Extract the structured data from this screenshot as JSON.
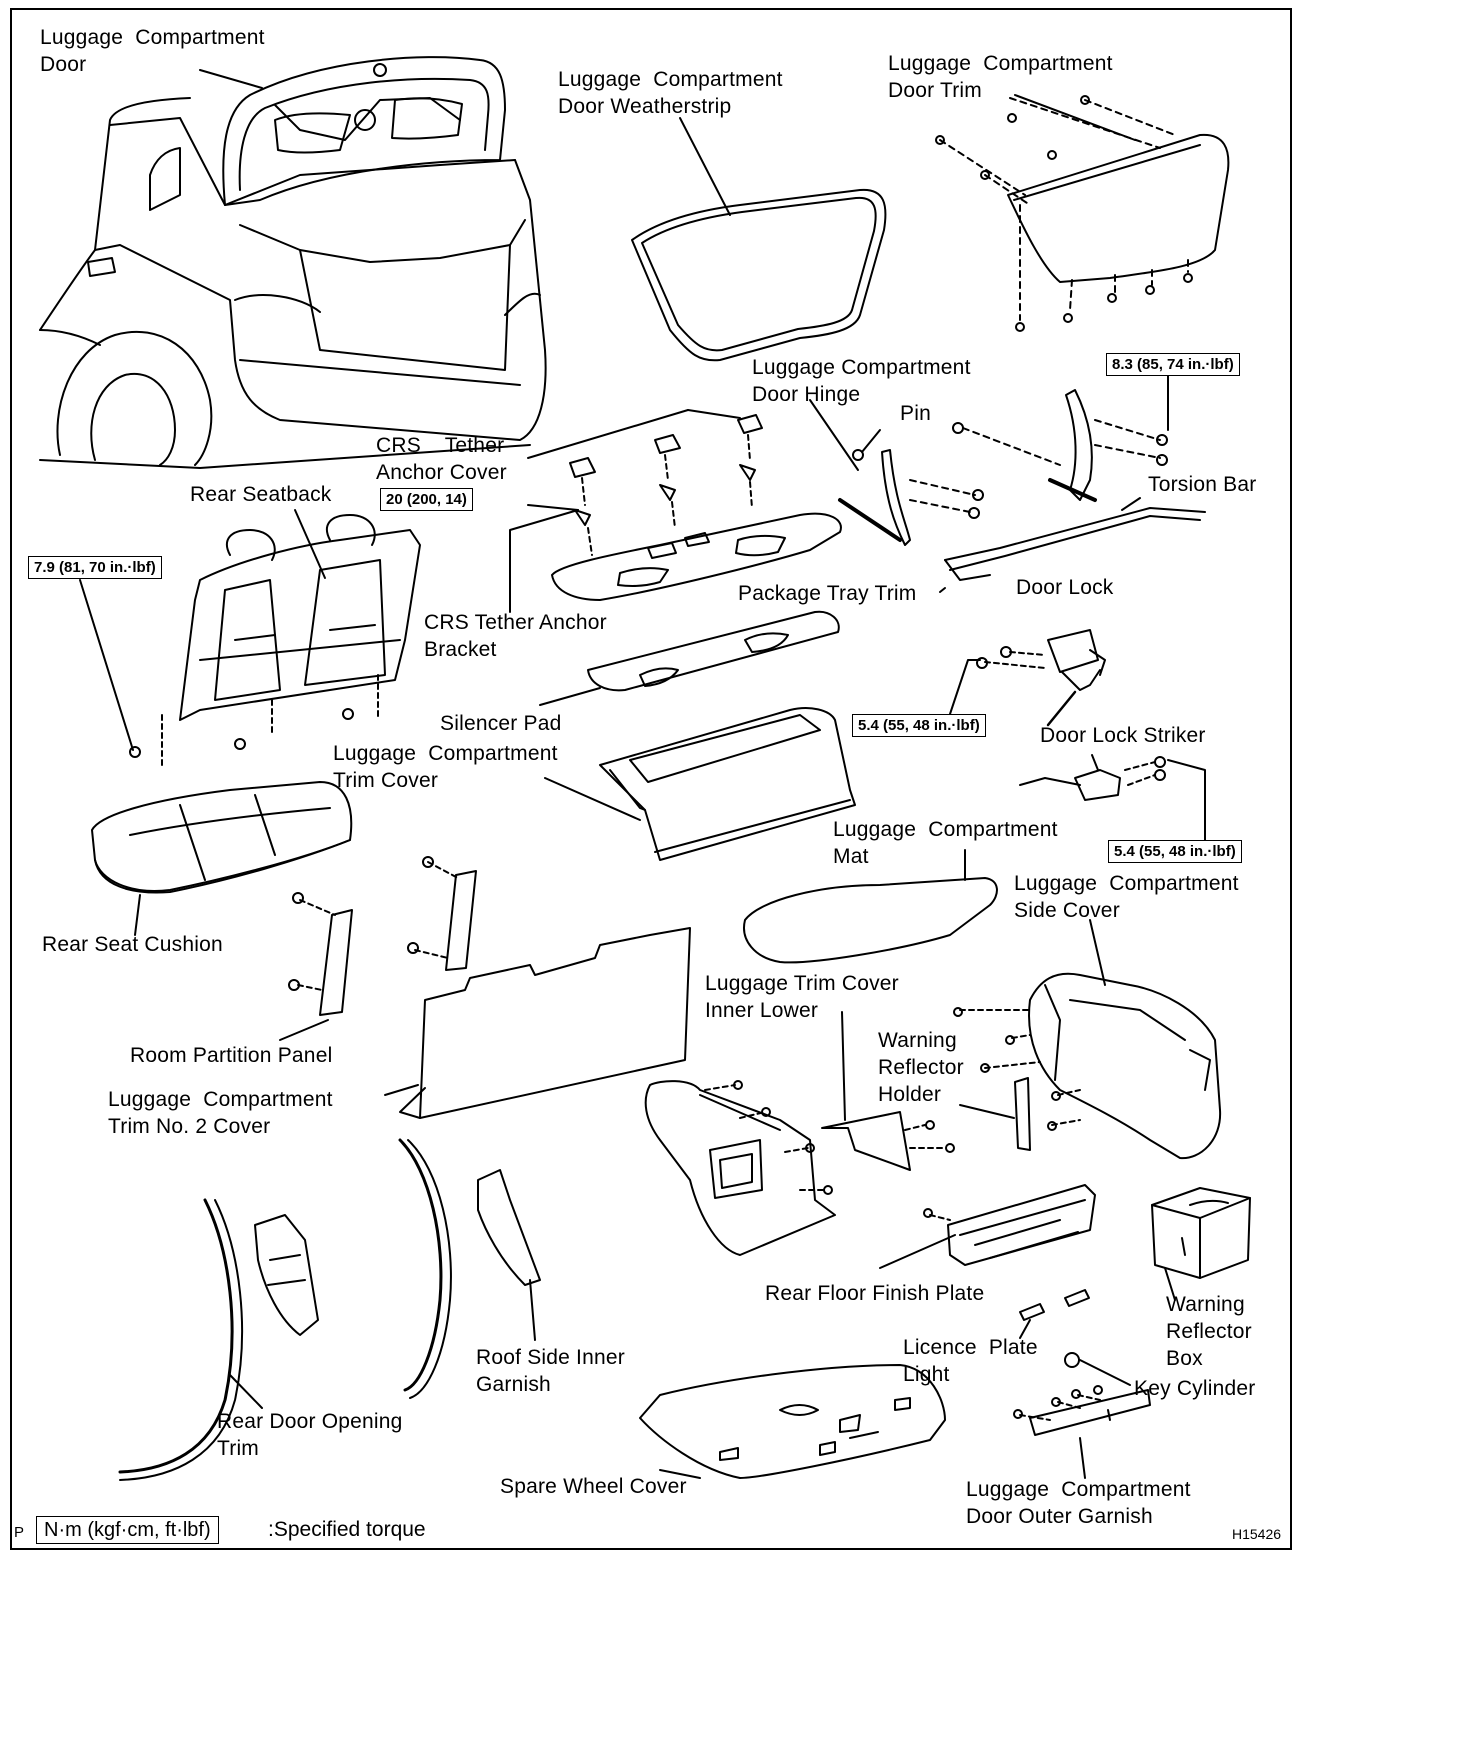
{
  "labels": {
    "luggage_door": "Luggage  Compartment\nDoor",
    "door_weatherstrip": "Luggage  Compartment\nDoor Weatherstrip",
    "door_trim": "Luggage  Compartment\nDoor Trim",
    "door_hinge": "Luggage Compartment\nDoor Hinge",
    "pin": "Pin",
    "crs_tether_cover": "CRS    Tether\nAnchor Cover",
    "rear_seatback": "Rear Seatback",
    "torsion_bar": "Torsion Bar",
    "package_tray_trim": "Package Tray Trim",
    "door_lock": "Door Lock",
    "crs_tether_bracket": "CRS Tether Anchor\nBracket",
    "silencer_pad": "Silencer Pad",
    "trim_cover": "Luggage  Compartment\nTrim Cover",
    "door_lock_striker": "Door Lock Striker",
    "compartment_mat": "Luggage  Compartment\nMat",
    "side_cover": "Luggage  Compartment\nSide Cover",
    "rear_seat_cushion": "Rear Seat Cushion",
    "trim_cover_inner_lower": "Luggage Trim Cover\nInner Lower",
    "warning_reflector_holder": "Warning\nReflector\nHolder",
    "room_partition_panel": "Room Partition Panel",
    "trim_no2_cover": "Luggage  Compartment\nTrim No. 2 Cover",
    "rear_floor_finish_plate": "Rear Floor Finish Plate",
    "warning_reflector_box": "Warning\nReflector\nBox",
    "licence_plate_light": "Licence  Plate\nLight",
    "key_cylinder": "Key Cylinder",
    "roof_side_inner_garnish": "Roof Side Inner\nGarnish",
    "rear_door_opening_trim": "Rear Door Opening\nTrim",
    "spare_wheel_cover": "Spare Wheel Cover",
    "door_outer_garnish": "Luggage  Compartment\nDoor Outer Garnish"
  },
  "torques": {
    "hinge": "8.3 (85, 74 in.·lbf)",
    "crs": "20 (200, 14)",
    "seatback": "7.9 (81, 70 in.·lbf)",
    "door_lock": "5.4 (55, 48 in.·lbf)",
    "striker": "5.4 (55, 48 in.·lbf)"
  },
  "legend": {
    "unit": "N·m (kgf·cm, ft·lbf)",
    "text": ":Specified torque"
  },
  "corner_letter": "P",
  "figure_id": "H15426"
}
